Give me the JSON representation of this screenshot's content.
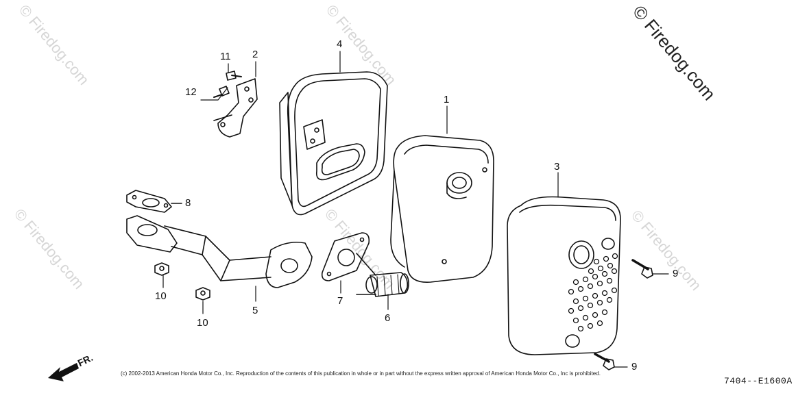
{
  "watermarks": [
    "© Firedog.com",
    "© Firedog.com",
    "© Firedog.com",
    "© Firedog.com",
    "© Firedog.com",
    "© Firedog.com"
  ],
  "watermark_main": "© Firedog.com",
  "front_indicator": "FR.",
  "copyright": "(c) 2002-2013 American Honda Motor Co., Inc. Reproduction of the contents of this publication in whole or in part without the express written approval of American Honda Motor Co., Inc is prohibited.",
  "diagram_code": "7404--E1600A",
  "parts": {
    "p1": "1",
    "p2": "2",
    "p3": "3",
    "p4": "4",
    "p5": "5",
    "p6": "6",
    "p7": "7",
    "p8": "8",
    "p9a": "9",
    "p9b": "9",
    "p10a": "10",
    "p10b": "10",
    "p11": "11",
    "p12": "12"
  }
}
